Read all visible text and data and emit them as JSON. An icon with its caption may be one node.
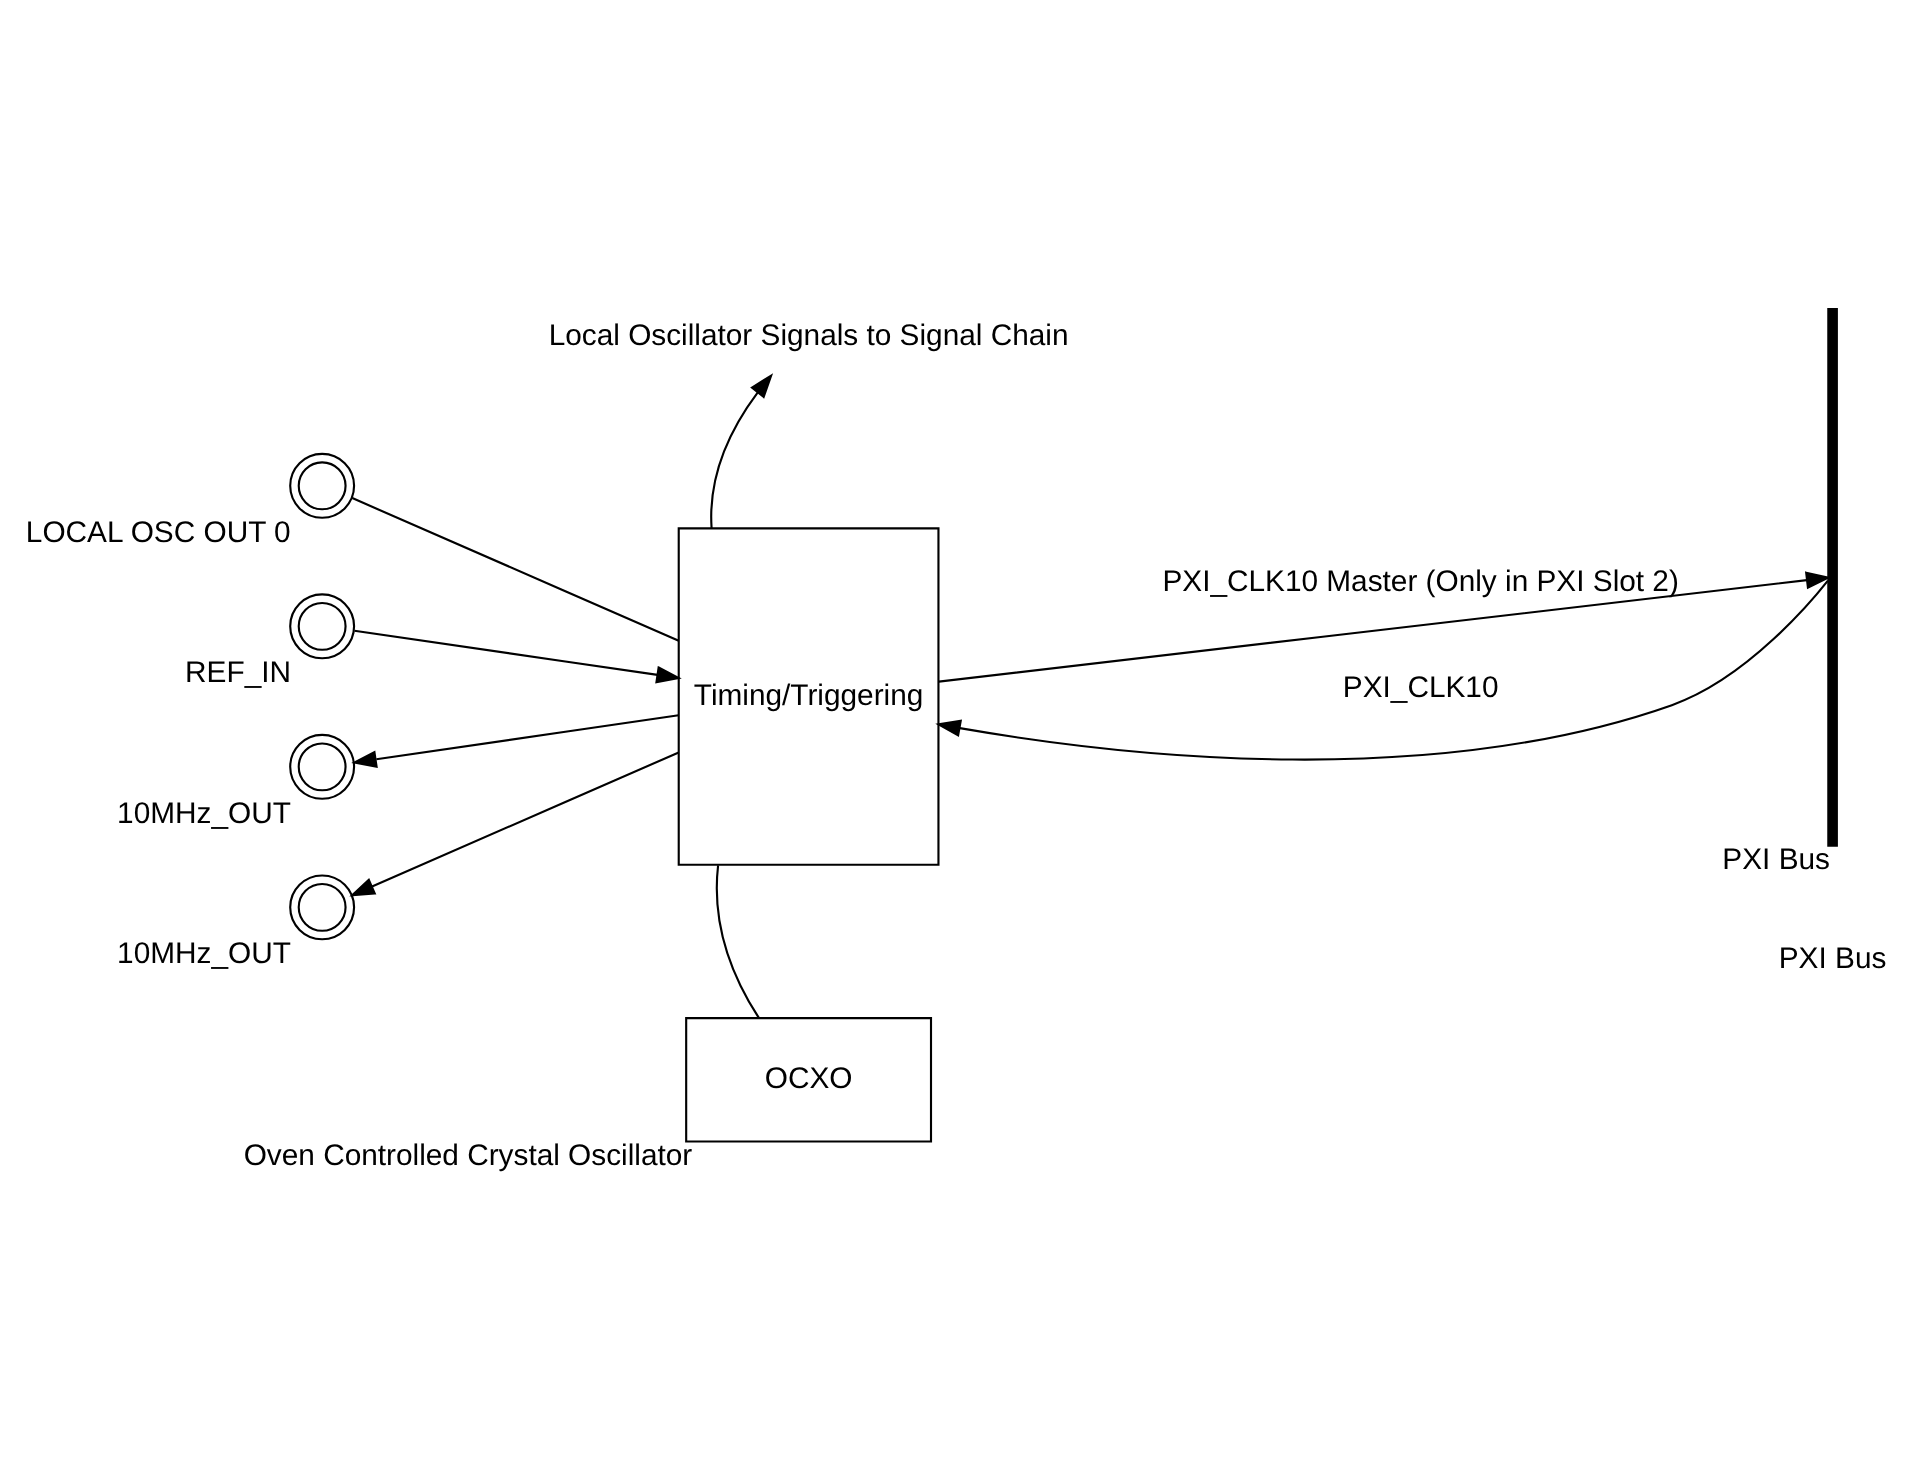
{
  "diagram": {
    "nodes": [
      {
        "text": [
          "LOCAL OSC OUT 0"
        ]
      },
      {
        "text": [
          "10MHz_OUT"
        ]
      },
      {
        "text": [
          "10MHz_OUT"
        ]
      },
      {
        "text": [
          "REF_IN"
        ]
      },
      {
        "text": [
          "Timing/Triggering"
        ]
      },
      {
        "text": [
          "OCXO"
        ],
        "beside": [
          "Oven Controlled Crystal Oscillator"
        ]
      },
      {
        "text": [
          "Local Oscillator Signals to Signal Chain"
        ]
      },
      {
        "text": [
          "PXI Bus"
        ]
      }
    ],
    "edges": [
      {
        "from": 4,
        "to": 0,
        "arrow": "none"
      },
      {
        "from": 4,
        "to": 1,
        "arrow": "to"
      },
      {
        "from": 4,
        "to": 2,
        "arrow": "to"
      },
      {
        "from": 3,
        "to": 4,
        "arrow": "to"
      },
      {
        "from": 4,
        "to": 6,
        "arrow": "to"
      },
      {
        "from": 7,
        "to": 4,
        "arrow": "to",
        "label": "PXI_CLK10"
      },
      {
        "from": 4,
        "to": 7,
        "arrow": "to",
        "label": "PXI_CLK10 Master (Only in PXI Slot 2)"
      },
      {
        "from": 4,
        "to": 5,
        "arrow": "none"
      }
    ],
    "labels": [
      "PXI Bus"
    ]
  }
}
